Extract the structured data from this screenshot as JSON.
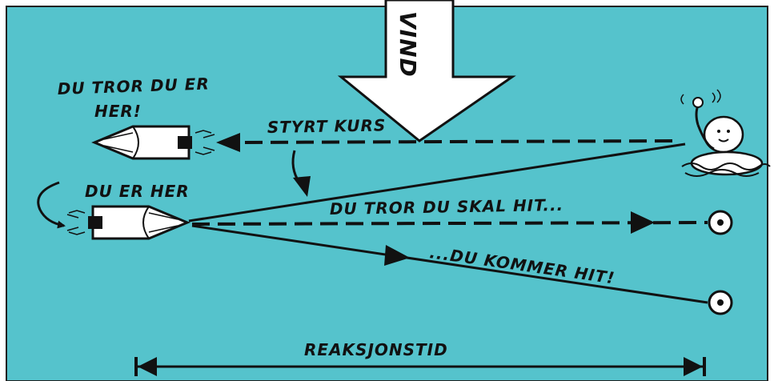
{
  "colors": {
    "background": "#55c3cc",
    "frame": "#ffffff",
    "ink": "#111111",
    "boat_fill": "#ffffff"
  },
  "icons": {
    "boat_believed": "boat-icon",
    "boat_actual": "boat-icon",
    "person": "swimmer-in-water-icon",
    "target_believed": "target-icon",
    "target_actual": "target-icon"
  },
  "labels": {
    "wind": "VIND",
    "believed_position_line1": "DU TROR DU ER",
    "believed_position_line2": "HER!",
    "actual_position": "DU ER HER",
    "steered_course": "STYRT KURS",
    "intended_target": "DU TROR DU SKAL HIT...",
    "actual_target": "...DU KOMMER HIT!",
    "reaction_time": "REAKSJONSTID"
  }
}
